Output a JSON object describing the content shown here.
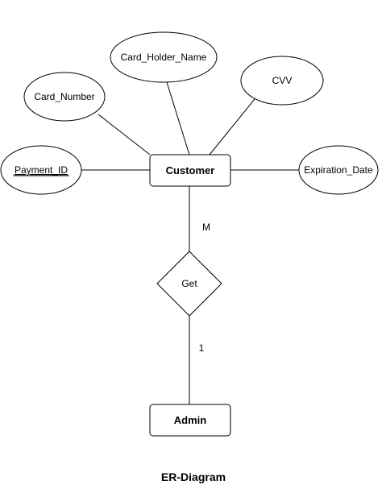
{
  "entities": {
    "customer": "Customer",
    "admin": "Admin"
  },
  "attributes": {
    "payment_id": "Payment_ID",
    "card_number": "Card_Number",
    "card_holder_name": "Card_Holder_Name",
    "cvv": "CVV",
    "expiration_date": "Expiration_Date"
  },
  "relationship": {
    "name": "Get",
    "customer_cardinality": "M",
    "admin_cardinality": "1"
  },
  "caption": "ER-Diagram",
  "colors": {
    "stroke": "#000000",
    "fill": "#ffffff",
    "text": "#000000"
  }
}
